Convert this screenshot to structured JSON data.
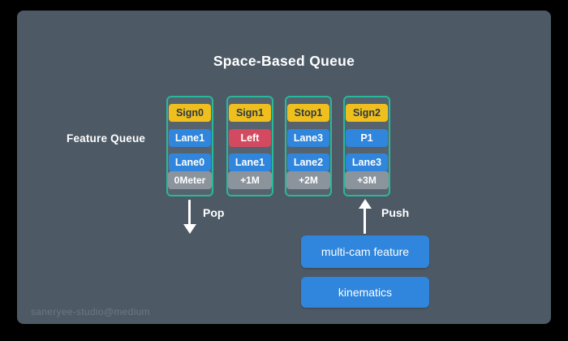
{
  "title": "Space-Based Queue",
  "queue_label": "Feature Queue",
  "colors": {
    "panel_bg": "#4d5a66",
    "accent_teal": "#26b99a",
    "sign_yellow": "#efbf1e",
    "sign_text": "#2d3a45",
    "lane_blue": "#2f86dc",
    "turn_red": "#d34a60",
    "meter_gray": "#8b949d"
  },
  "columns": [
    {
      "cells": [
        {
          "text": "Sign0",
          "kind": "sign"
        },
        {
          "text": "Lane1",
          "kind": "lane"
        },
        {
          "text": "Lane0",
          "kind": "lane"
        },
        {
          "text": "0Meter",
          "kind": "meter"
        }
      ]
    },
    {
      "cells": [
        {
          "text": "Sign1",
          "kind": "sign"
        },
        {
          "text": "Left",
          "kind": "turn"
        },
        {
          "text": "Lane1",
          "kind": "lane"
        },
        {
          "text": "+1M",
          "kind": "meter"
        }
      ]
    },
    {
      "cells": [
        {
          "text": "Stop1",
          "kind": "sign"
        },
        {
          "text": "Lane3",
          "kind": "lane"
        },
        {
          "text": "Lane2",
          "kind": "lane"
        },
        {
          "text": "+2M",
          "kind": "meter"
        }
      ]
    },
    {
      "cells": [
        {
          "text": "Sign2",
          "kind": "sign"
        },
        {
          "text": "P1",
          "kind": "lane"
        },
        {
          "text": "Lane3",
          "kind": "lane"
        },
        {
          "text": "+3M",
          "kind": "meter"
        }
      ]
    }
  ],
  "arrows": {
    "pop_label": "Pop",
    "push_label": "Push"
  },
  "buttons": [
    {
      "label": "multi-cam feature"
    },
    {
      "label": "kinematics"
    }
  ],
  "watermark": "saneryee-studio@medium"
}
